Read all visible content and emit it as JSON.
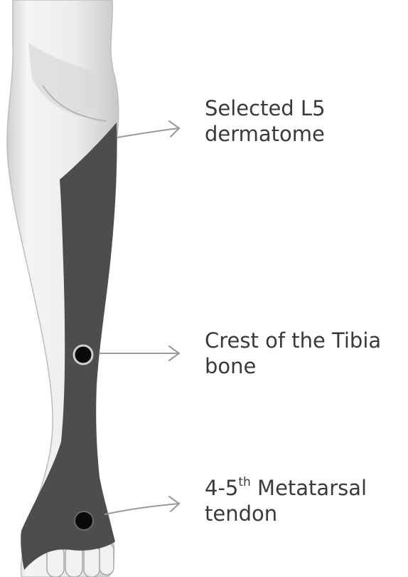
{
  "labels": {
    "dermatome": {
      "line1": "Selected L5",
      "line2": "dermatome"
    },
    "tibia": {
      "line1": "Crest of the Tibia",
      "line2": "bone"
    },
    "metatarsal": {
      "line1_prefix": "4-5",
      "line1_sup": "th",
      "line1_suffix": " Metatarsal",
      "line2": "tendon"
    }
  },
  "colors": {
    "skin": "#f2f2f2",
    "skin_shadow": "#d2d2d2",
    "dermatome": "#4d4d4d",
    "marker": "#0a0a0a",
    "leader": "#9a9a9a",
    "text": "#3a3a3a"
  }
}
